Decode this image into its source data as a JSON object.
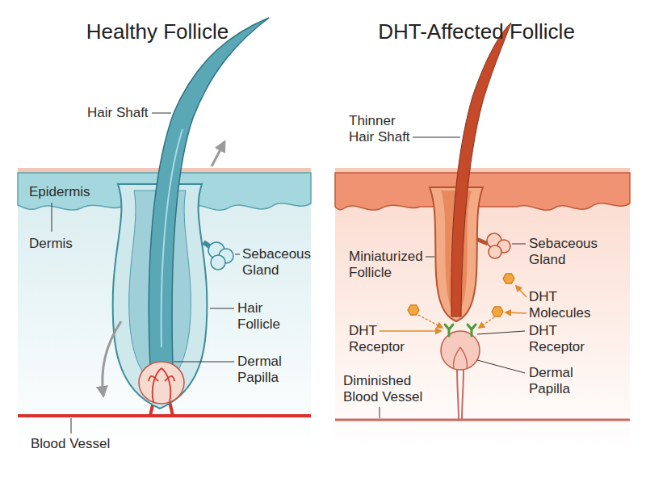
{
  "diagram": {
    "labels": [
      "Healthy Follicle",
      "DHT-Affected Follicle",
      "Hair Shaft",
      "Thinner Hair Shaft",
      "Epidermis",
      "Dermis",
      "Sebaceous Gland",
      "Miniaturized Follicle",
      "Sebaceous Gland",
      "Hair Follicle",
      "DHT Molecules",
      "DHT Receptor",
      "DHT Receptor",
      "Dermal Papilla",
      "Diminished Blood Vessel",
      "Dermal Papilla",
      "Blood Vessel"
    ]
  }
}
